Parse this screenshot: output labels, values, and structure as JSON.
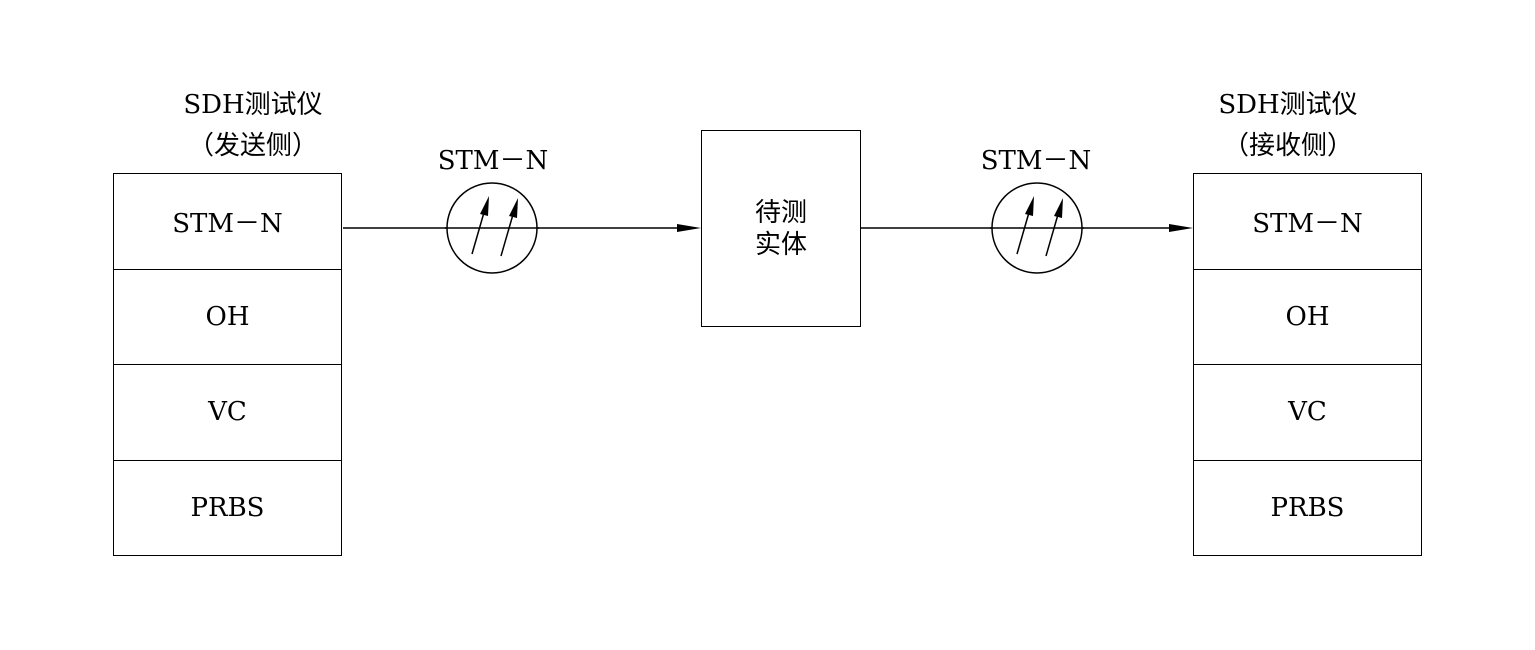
{
  "sender": {
    "title": "SDH测试仪",
    "subtitle": "（发送侧）",
    "layers": [
      "STM－N",
      "OH",
      "VC",
      "PRBS"
    ]
  },
  "receiver": {
    "title": "SDH测试仪",
    "subtitle": "（接收侧）",
    "layers": [
      "STM－N",
      "OH",
      "VC",
      "PRBS"
    ]
  },
  "device_under_test": {
    "line1": "待测",
    "line2": "实体"
  },
  "links": [
    {
      "label": "STM－N"
    },
    {
      "label": "STM－N"
    }
  ]
}
